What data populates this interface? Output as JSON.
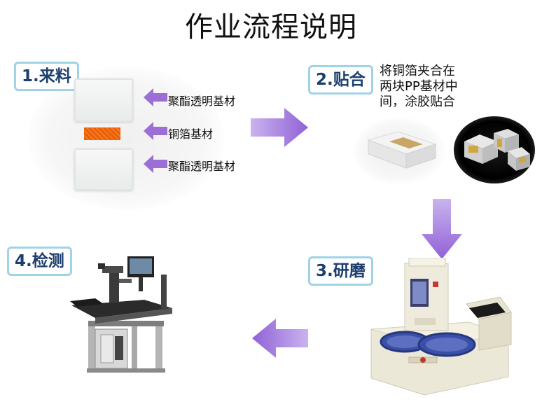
{
  "title": "作业流程说明",
  "steps": {
    "s1": "1.来料",
    "s2": "2.贴合",
    "s3": "3.研磨",
    "s4": "4.检测"
  },
  "materials": {
    "top": "聚酯透明基材",
    "middle": "铜箔基材",
    "bottom": "聚酯透明基材"
  },
  "description": [
    "将铜箔夹合在",
    "两块PP基材中",
    "间，涂胶贴合"
  ],
  "colors": {
    "arrow": "#9b6fd6",
    "step_border": "#9fd3e6",
    "step_text": "#1d3f6e",
    "copper": "#f26a10"
  }
}
